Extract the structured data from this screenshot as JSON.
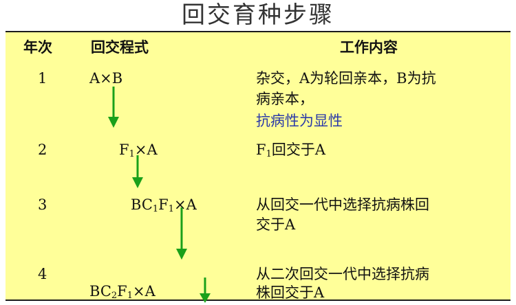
{
  "title": "回交育种步骤",
  "headers": {
    "year": "年次",
    "formula": "回交程式",
    "work": "工作内容"
  },
  "rows": [
    {
      "year": "1",
      "formula_html": "A×B",
      "work_lines": [
        "杂交，A为轮回亲本，B为抗",
        "病亲本，"
      ],
      "note": "抗病性为显性"
    },
    {
      "year": "2",
      "formula_html": "F<sub>1</sub>×A",
      "work_html": "F<sub>1</sub>回交于A"
    },
    {
      "year": "3",
      "formula_html": "BC<sub>1</sub>F<sub>1</sub>×A",
      "work_lines": [
        "从回交一代中选择抗病株回",
        "交于A"
      ]
    },
    {
      "year": "4",
      "formula_html": "BC<sub>2</sub>F<sub>1</sub>×A",
      "work_lines": [
        "从二次回交一代中选择抗病",
        "株回交于A"
      ]
    }
  ],
  "colors": {
    "panel": "#ffff99",
    "arrow": "#1aa01a",
    "note": "#2b3aa8"
  }
}
